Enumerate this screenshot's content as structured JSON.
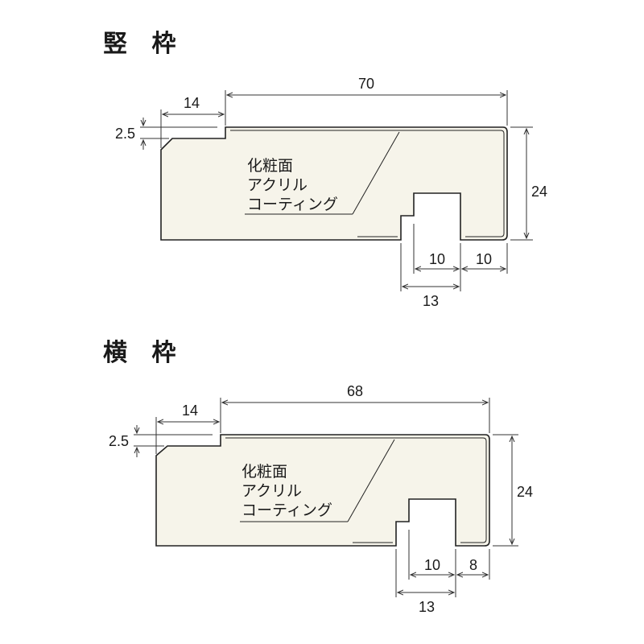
{
  "sections": [
    {
      "id": "vertical",
      "title": "竪 枠",
      "note_lines": [
        "化粧面",
        "アクリル",
        "コーティング"
      ],
      "dims": {
        "width": "70",
        "step_width": "14",
        "step_depth": "2.5",
        "height": "24",
        "groove_width": "10",
        "right_lip": "10",
        "groove_offset": "13"
      }
    },
    {
      "id": "horizontal",
      "title": "横 枠",
      "note_lines": [
        "化粧面",
        "アクリル",
        "コーティング"
      ],
      "dims": {
        "width": "68",
        "step_width": "14",
        "step_depth": "2.5",
        "height": "24",
        "groove_width": "10",
        "right_lip": "8",
        "groove_offset": "13"
      }
    }
  ]
}
